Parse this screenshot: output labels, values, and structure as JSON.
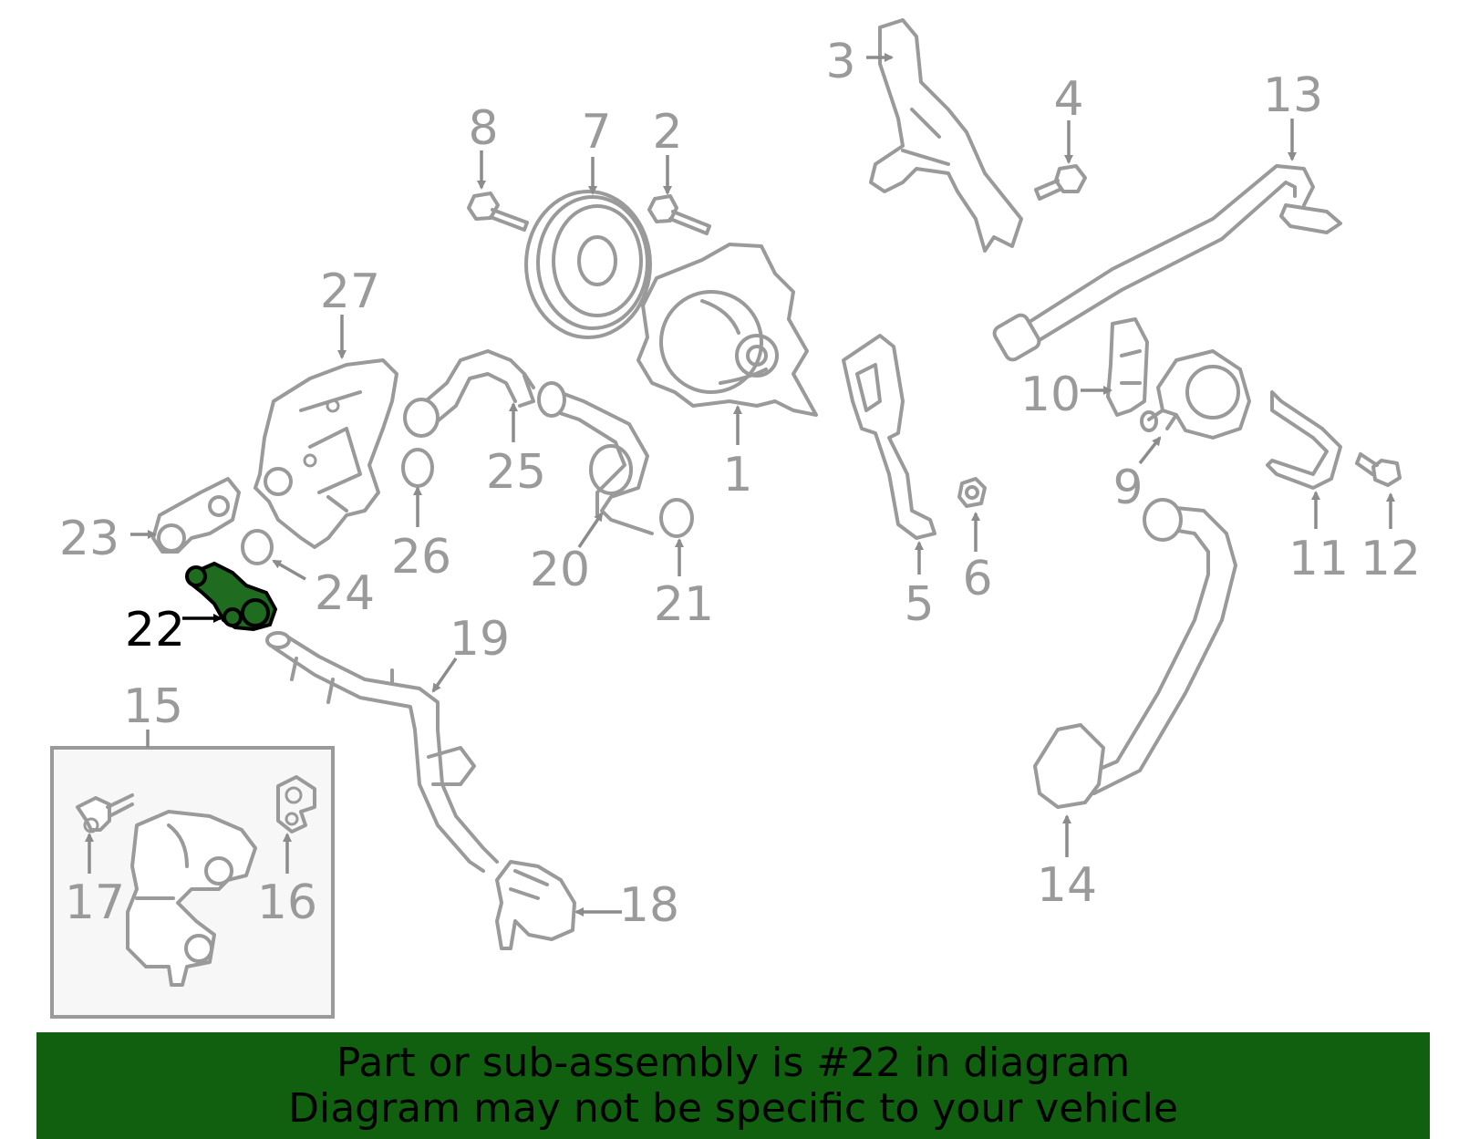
{
  "callouts": {
    "c1": "1",
    "c2": "2",
    "c3": "3",
    "c4": "4",
    "c5": "5",
    "c6": "6",
    "c7": "7",
    "c8": "8",
    "c9": "9",
    "c10": "10",
    "c11": "11",
    "c12": "12",
    "c13": "13",
    "c14": "14",
    "c15": "15",
    "c16": "16",
    "c17": "17",
    "c18": "18",
    "c19": "19",
    "c20": "20",
    "c21": "21",
    "c22": "22",
    "c23": "23",
    "c24": "24",
    "c25": "25",
    "c26": "26",
    "c27": "27"
  },
  "highlighted_part": "22",
  "colors": {
    "part_stroke": "#9a9a9a",
    "highlight_fill": "#1f6b1f",
    "banner_background": "#106010",
    "banner_text": "#000000"
  },
  "banner": {
    "line1": "Part or sub-assembly is #22 in diagram",
    "line2": "Diagram may not be specific to your vehicle"
  }
}
